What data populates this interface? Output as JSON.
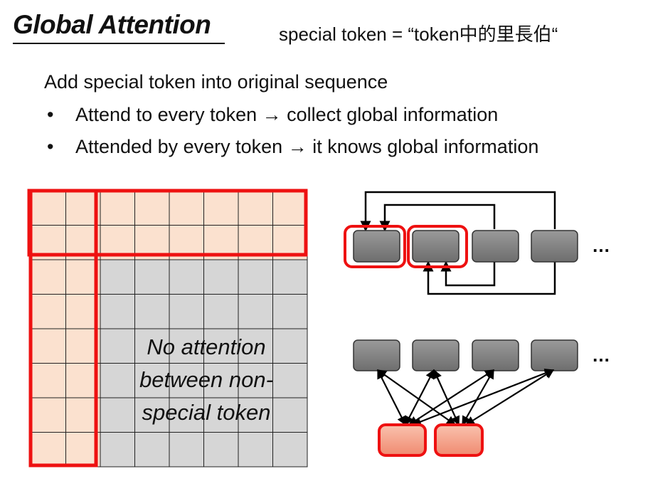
{
  "slide": {
    "title": "Global Attention",
    "note": "special token = “token中的里長伯“",
    "intro": "Add special token into original sequence",
    "bullets": [
      "Attend to every token → collect global information",
      "Attended by every token → it knows global information"
    ]
  },
  "matrix": {
    "size": 8,
    "special_count": 2,
    "annotation_lines": [
      "No attention",
      "between non-",
      "special token"
    ]
  },
  "diagram_top": {
    "ellipsis": "…"
  },
  "diagram_bottom": {
    "ellipsis": "…"
  },
  "colors": {
    "special_cell": "#fbe1cf",
    "normal_cell": "#d6d6d6",
    "highlight": "#ee1111",
    "token_gray": "#8a8a8a",
    "special_token": "#f3a58f"
  }
}
